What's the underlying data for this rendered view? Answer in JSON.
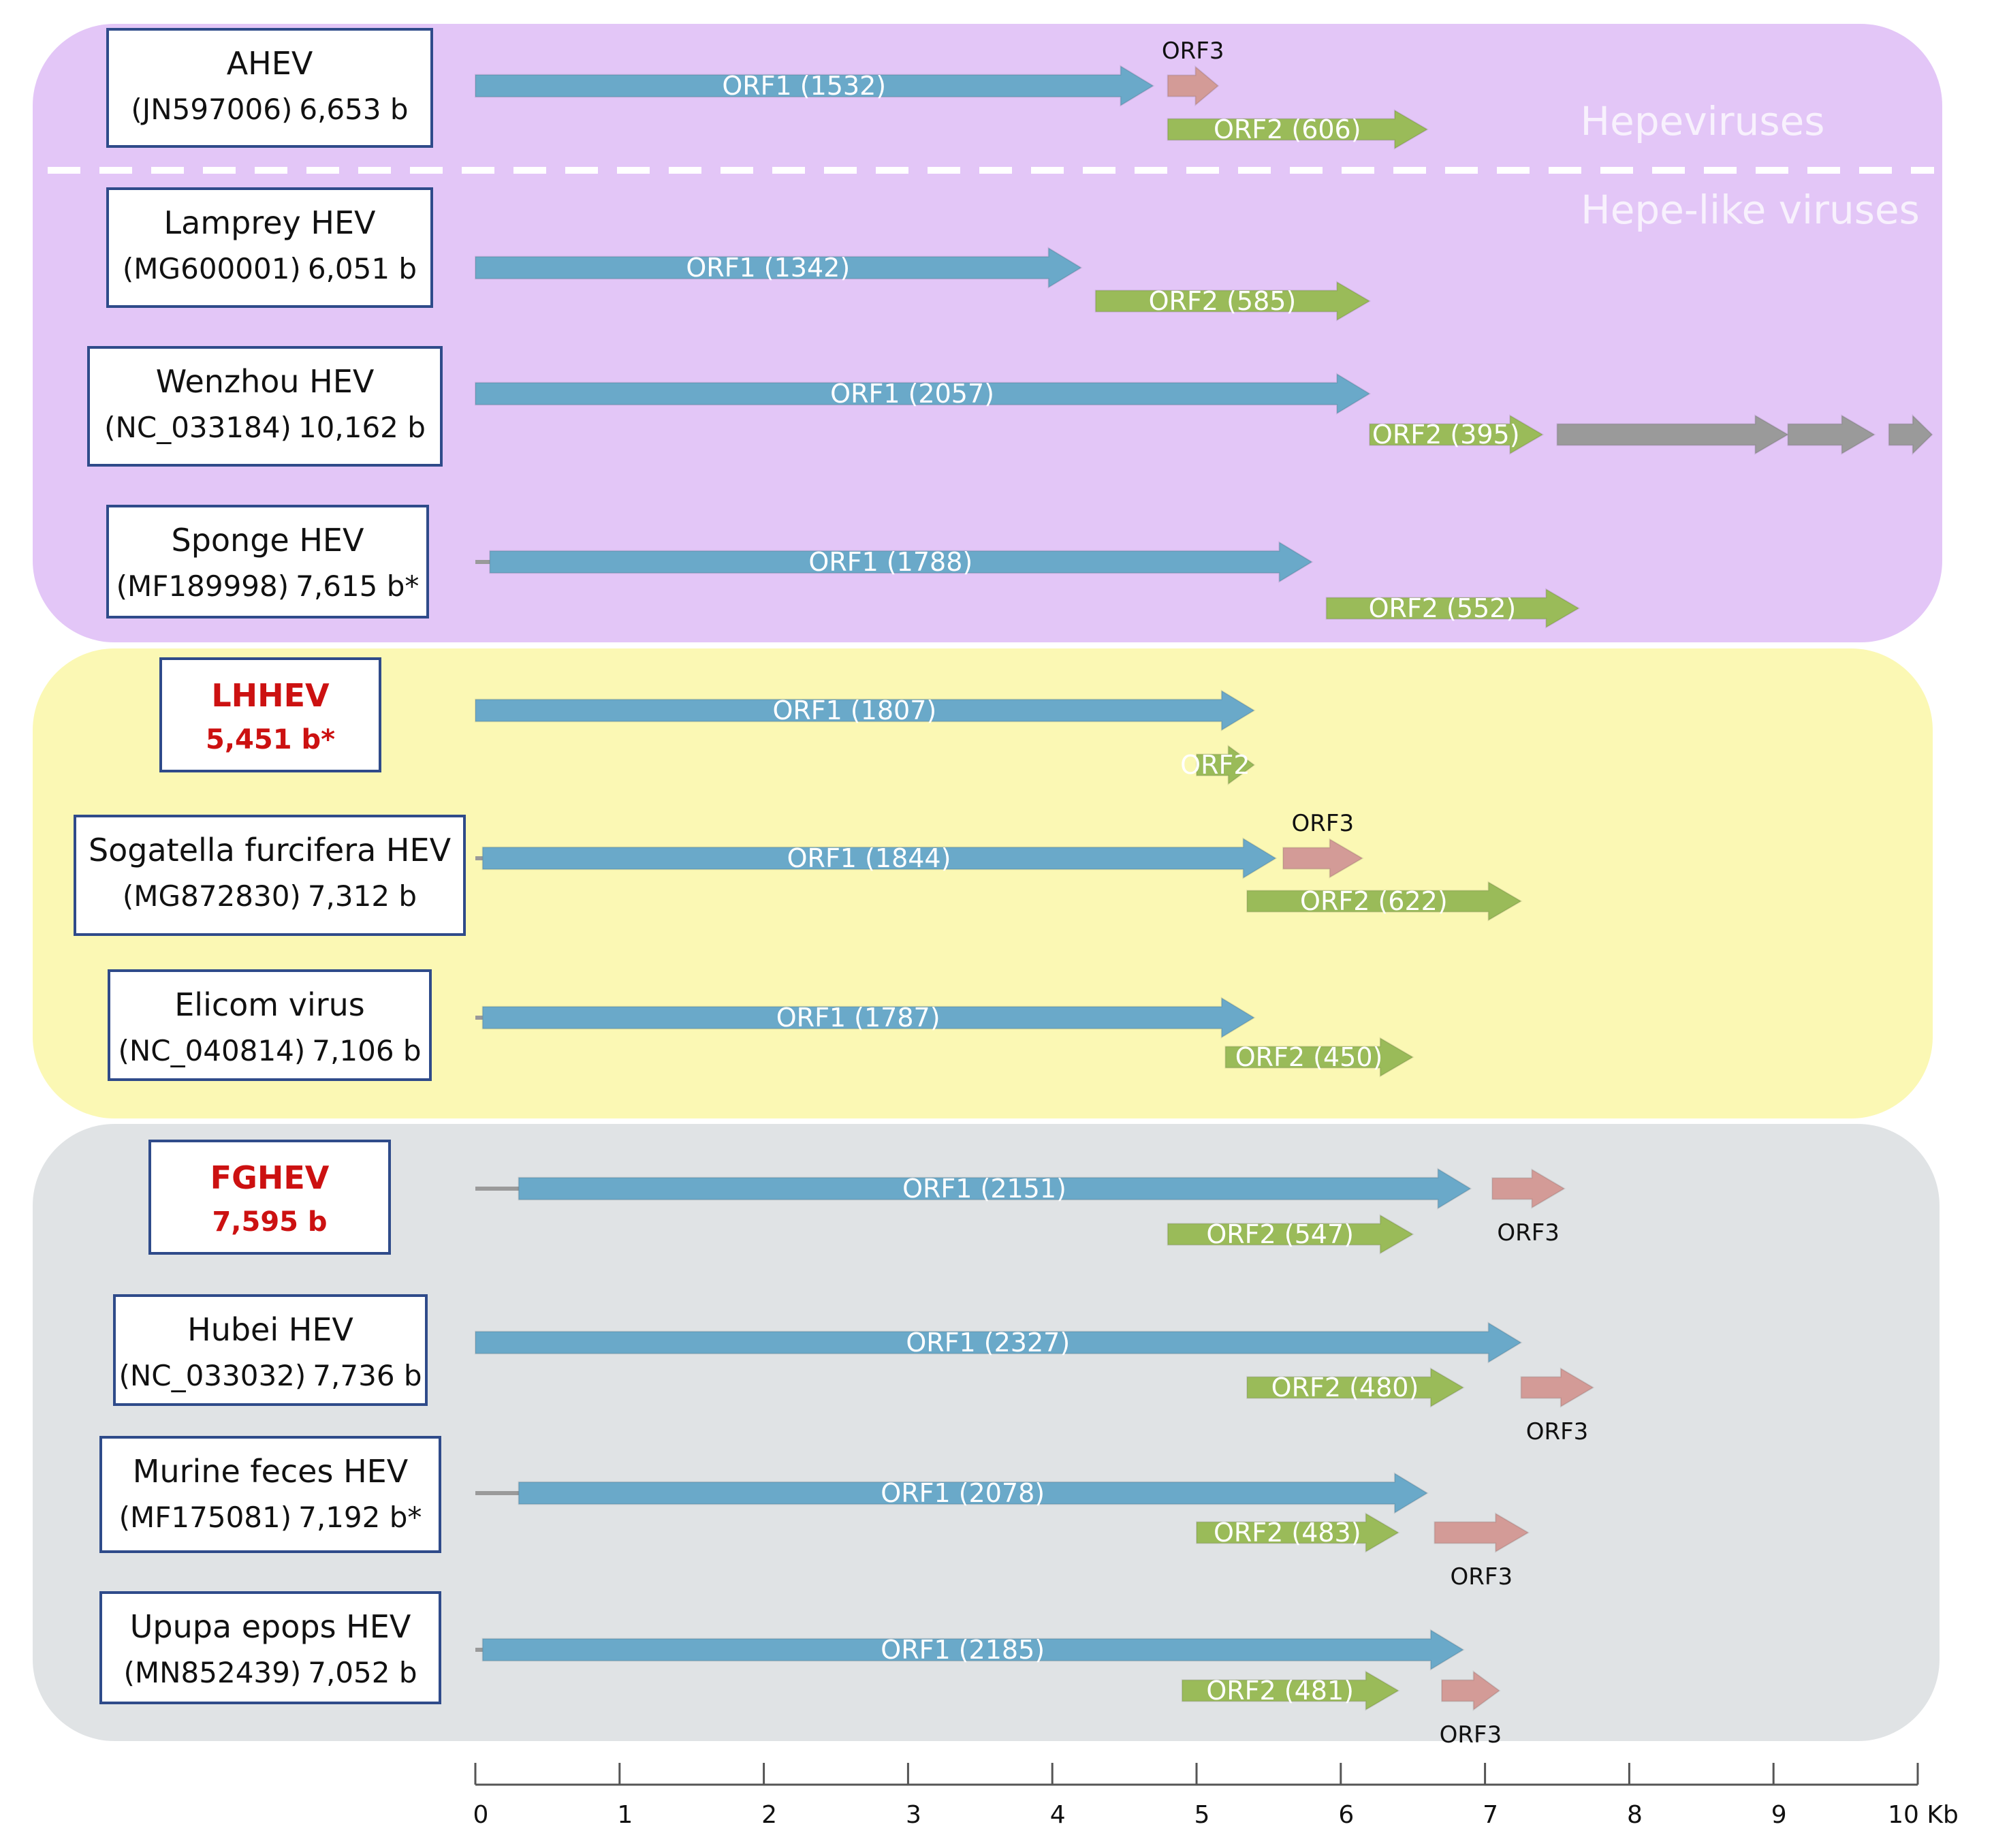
{
  "colors": {
    "orf1": "#6aa9c9",
    "orf2": "#9abb59",
    "orf3": "#d39b97",
    "other_orf": "#9a9a9a",
    "hepeviruses_bg": "#e3c6f7",
    "yellow_bg": "#fbf8b4",
    "gray_bg": "#e0e3e5",
    "label_border": "#2f4b8a",
    "new_virus_text": "#cc1111"
  },
  "group_labels": {
    "hepeviruses": "Hepeviruses",
    "hepe_like": "Hepe-like viruses"
  },
  "scale": {
    "ticks": [
      "0",
      "1",
      "2",
      "3",
      "4",
      "5",
      "6",
      "7",
      "8",
      "9",
      "10 Kb"
    ],
    "max_kb": 10
  },
  "genomes": [
    {
      "name": "AHEV",
      "accession": "(JN597006)",
      "size": "6,653 b",
      "highlight": false,
      "group": "purple",
      "orfs": [
        {
          "type": "orf1",
          "label": "ORF1 (1532)",
          "start": 0.0,
          "end": 4.7
        },
        {
          "type": "orf3",
          "label": "ORF3",
          "start": 4.8,
          "end": 5.15
        },
        {
          "type": "orf2",
          "label": "ORF2 (606)",
          "start": 4.8,
          "end": 6.6
        }
      ]
    },
    {
      "name": "Lamprey HEV",
      "accession": "(MG600001)",
      "size": "6,051 b",
      "highlight": false,
      "group": "purple",
      "orfs": [
        {
          "type": "orf1",
          "label": "ORF1 (1342)",
          "start": 0.0,
          "end": 4.2
        },
        {
          "type": "orf2",
          "label": "ORF2 (585)",
          "start": 4.3,
          "end": 6.2
        }
      ]
    },
    {
      "name": "Wenzhou HEV",
      "accession": "(NC_033184)",
      "size": "10,162 b",
      "highlight": false,
      "group": "purple",
      "orfs": [
        {
          "type": "orf1",
          "label": "ORF1 (2057)",
          "start": 0.0,
          "end": 6.2
        },
        {
          "type": "orf2",
          "label": "ORF2 (395)",
          "start": 6.2,
          "end": 7.4
        },
        {
          "type": "other",
          "label": "",
          "start": 7.5,
          "end": 9.1
        },
        {
          "type": "other",
          "label": "",
          "start": 9.1,
          "end": 9.7
        },
        {
          "type": "other",
          "label": "",
          "start": 9.8,
          "end": 10.1
        }
      ]
    },
    {
      "name": "Sponge HEV",
      "accession": "(MF189998)",
      "size": "7,615 b*",
      "highlight": false,
      "group": "purple",
      "orfs": [
        {
          "type": "orf1",
          "label": "ORF1 (1788)",
          "start": 0.1,
          "end": 5.8
        },
        {
          "type": "orf2",
          "label": "ORF2 (552)",
          "start": 5.9,
          "end": 7.65
        }
      ]
    },
    {
      "name": "LHHEV",
      "accession": "",
      "size": "5,451 b*",
      "highlight": true,
      "group": "yellow",
      "orfs": [
        {
          "type": "orf1",
          "label": "ORF1 (1807)",
          "start": 0.0,
          "end": 5.4
        },
        {
          "type": "orf2",
          "label": "ORF2",
          "start": 5.0,
          "end": 5.4
        }
      ]
    },
    {
      "name": "Sogatella furcifera HEV",
      "accession": "(MG872830)",
      "size": "7,312 b",
      "highlight": false,
      "group": "yellow",
      "orfs": [
        {
          "type": "orf1",
          "label": "ORF1 (1844)",
          "start": 0.05,
          "end": 5.55
        },
        {
          "type": "orf3",
          "label": "ORF3",
          "start": 5.6,
          "end": 6.15
        },
        {
          "type": "orf2",
          "label": "ORF2 (622)",
          "start": 5.35,
          "end": 7.25
        }
      ]
    },
    {
      "name": "Elicom virus",
      "accession": "(NC_040814)",
      "size": "7,106 b",
      "highlight": false,
      "group": "yellow",
      "orfs": [
        {
          "type": "orf1",
          "label": "ORF1 (1787)",
          "start": 0.05,
          "end": 5.4
        },
        {
          "type": "orf2",
          "label": "ORF2 (450)",
          "start": 5.2,
          "end": 6.5
        }
      ]
    },
    {
      "name": "FGHEV",
      "accession": "",
      "size": "7,595 b",
      "highlight": true,
      "group": "gray",
      "orfs": [
        {
          "type": "orf1",
          "label": "ORF1 (2151)",
          "start": 0.3,
          "end": 6.9
        },
        {
          "type": "orf3",
          "label": "ORF3",
          "start": 7.05,
          "end": 7.55
        },
        {
          "type": "orf2",
          "label": "ORF2 (547)",
          "start": 4.8,
          "end": 6.5
        }
      ]
    },
    {
      "name": "Hubei HEV",
      "accession": "(NC_033032)",
      "size": "7,736 b",
      "highlight": false,
      "group": "gray",
      "orfs": [
        {
          "type": "orf1",
          "label": "ORF1 (2327)",
          "start": 0.0,
          "end": 7.25
        },
        {
          "type": "orf2",
          "label": "ORF2 (480)",
          "start": 5.35,
          "end": 6.85
        },
        {
          "type": "orf3",
          "label": "ORF3",
          "start": 7.25,
          "end": 7.75
        }
      ]
    },
    {
      "name": "Murine feces HEV",
      "accession": "(MF175081)",
      "size": "7,192 b*",
      "highlight": false,
      "group": "gray",
      "orfs": [
        {
          "type": "orf1",
          "label": "ORF1 (2078)",
          "start": 0.3,
          "end": 6.6
        },
        {
          "type": "orf2",
          "label": "ORF2 (483)",
          "start": 5.0,
          "end": 6.4
        },
        {
          "type": "orf3",
          "label": "ORF3",
          "start": 6.65,
          "end": 7.3
        }
      ]
    },
    {
      "name": "Upupa epops HEV",
      "accession": "(MN852439)",
      "size": "7,052 b",
      "highlight": false,
      "group": "gray",
      "orfs": [
        {
          "type": "orf1",
          "label": "ORF1 (2185)",
          "start": 0.05,
          "end": 6.85
        },
        {
          "type": "orf2",
          "label": "ORF2 (481)",
          "start": 4.9,
          "end": 6.4
        },
        {
          "type": "orf3",
          "label": "ORF3",
          "start": 6.7,
          "end": 7.1
        }
      ]
    }
  ]
}
